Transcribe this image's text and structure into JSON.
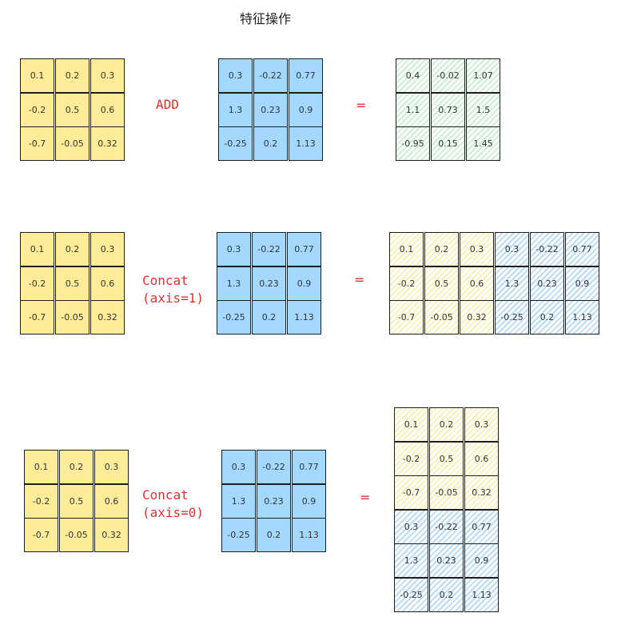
{
  "title": "特征操作",
  "ops": {
    "add": "ADD",
    "concat1_line1": "Concat",
    "concat1_line2": "(axis=1)",
    "concat0_line1": "Concat",
    "concat0_line2": "(axis=0)",
    "equals": "="
  },
  "matrices": {
    "a": [
      [
        "0.1",
        "0.2",
        "0.3"
      ],
      [
        "-0.2",
        "0.5",
        "0.6"
      ],
      [
        "-0.7",
        "-0.05",
        "0.32"
      ]
    ],
    "b": [
      [
        "0.3",
        "-0.22",
        "0.77"
      ],
      [
        "1.3",
        "0.23",
        "0.9"
      ],
      [
        "-0.25",
        "0.2",
        "1.13"
      ]
    ],
    "sum": [
      [
        "0.4",
        "-0.02",
        "1.07"
      ],
      [
        "1.1",
        "0.73",
        "1.5"
      ],
      [
        "-0.95",
        "0.15",
        "1.45"
      ]
    ]
  },
  "colors": {
    "yellow": "#ffec99",
    "blue": "#a5d8ff",
    "green": "#b2f2bb",
    "label": "#e03131"
  }
}
